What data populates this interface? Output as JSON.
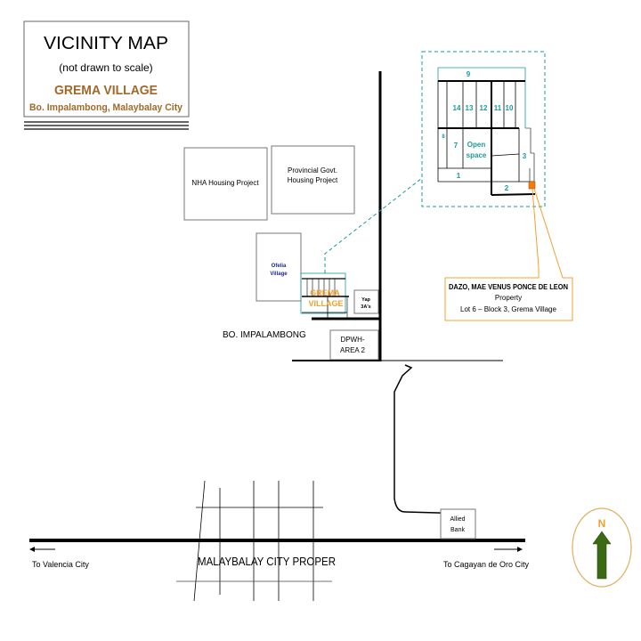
{
  "title_box": {
    "title": "VICINITY MAP",
    "subtitle": "(not drawn to scale)",
    "village": "GREMA VILLAGE",
    "location": "Bo. Impalambong, Malaybalay City"
  },
  "landmarks": {
    "nha": "NHA Housing Project",
    "provincial_1": "Provincial Govt.",
    "provincial_2": "Housing Project",
    "ofelia_1": "Ofelia",
    "ofelia_2": "Village",
    "grema_1": "GREMA",
    "grema_2": "VILLAGE",
    "yap_1": "Yap",
    "yap_2": "3A's",
    "dpwh_1": "DPWH-",
    "dpwh_2": "AREA 2",
    "barangay": "BO. IMPALAMBONG",
    "bank_1": "Allied",
    "bank_2": "Bank",
    "city": "MALAYBALAY CITY PROPER",
    "to_left": "To Valencia City",
    "to_right": "To Cagayan de Oro City"
  },
  "inset": {
    "lots": [
      "9",
      "14",
      "13",
      "12",
      "11",
      "10",
      "8",
      "7",
      "Open",
      "space",
      "3",
      "1",
      "2"
    ]
  },
  "callout": {
    "owner": "DAZO, MAE VENUS PONCE DE LEON",
    "line2": "Property",
    "line3": "Lot 6 – Block 3, Grema Village"
  },
  "compass": {
    "label": "N",
    "icon": "north-arrow-icon"
  },
  "colors": {
    "accent_brown": "#a0692a",
    "teal": "#1a9a9a",
    "orange": "#f0a030",
    "green": "#3a6a12",
    "navy": "#1a2a8a"
  }
}
